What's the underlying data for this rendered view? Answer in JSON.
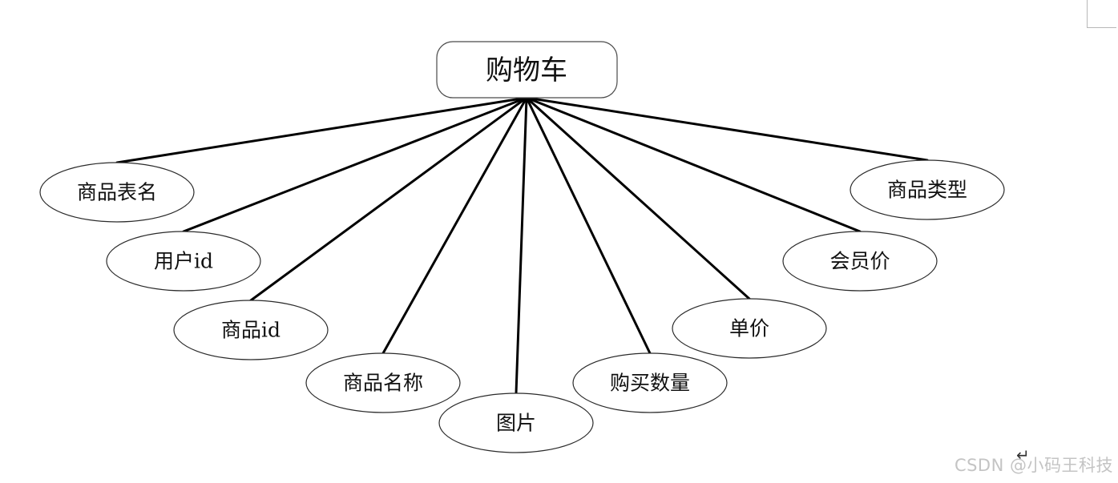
{
  "entity": {
    "id": "shopping-cart",
    "label": "购物车"
  },
  "attributes": [
    {
      "id": "product-table-name",
      "label": "商品表名"
    },
    {
      "id": "user-id",
      "label": "用户id"
    },
    {
      "id": "product-id",
      "label": "商品id"
    },
    {
      "id": "product-name",
      "label": "商品名称"
    },
    {
      "id": "image",
      "label": "图片"
    },
    {
      "id": "purchase-quantity",
      "label": "购买数量"
    },
    {
      "id": "unit-price",
      "label": "单价"
    },
    {
      "id": "member-price",
      "label": "会员价"
    },
    {
      "id": "product-type",
      "label": "商品类型"
    }
  ],
  "paragraph_mark": "↵",
  "watermark": "CSDN @小码王科技"
}
